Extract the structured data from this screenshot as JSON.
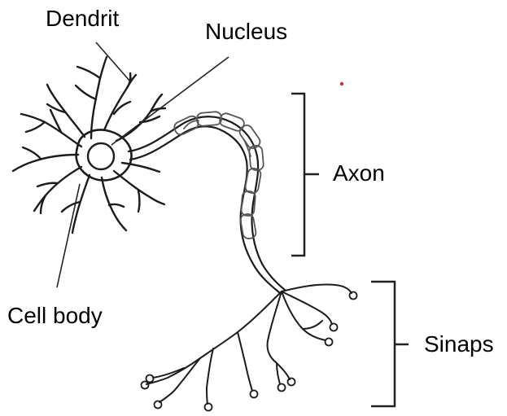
{
  "labels": {
    "dendrit": "Dendrit",
    "nucleus": "Nucleus",
    "axon": "Axon",
    "cell_body": "Cell body",
    "sinaps": "Sinaps"
  },
  "colors": {
    "ink": "#1c1c1c",
    "background": "#ffffff",
    "dot": "#c0392b"
  },
  "parts": [
    "dendrites",
    "nucleus",
    "cell-body",
    "axon",
    "myelin-sheath",
    "axon-terminals"
  ]
}
